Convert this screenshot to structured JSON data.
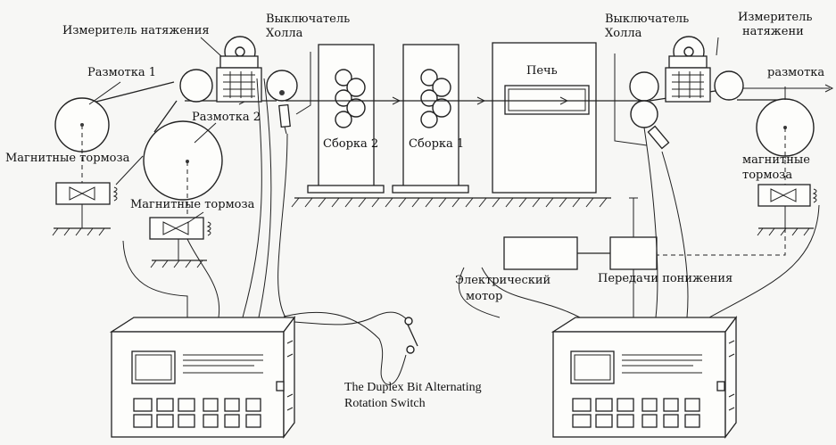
{
  "labels": {
    "tension_meter_left": "Измеритель натяжения",
    "hall_switch_left_1": "Выключатель",
    "hall_switch_left_2": "Холла",
    "unwind_1": "Размотка 1",
    "unwind_2": "Размотка 2",
    "mag_brake_1": "Магнитные тормоза",
    "mag_brake_2": "Магнитные тормоза",
    "assembly_2": "Сборка 2",
    "assembly_1": "Сборка 1",
    "oven": "Печь",
    "hall_switch_right_1": "Выключатель",
    "hall_switch_right_2": "Холла",
    "tension_meter_right_1": "Измеритель",
    "tension_meter_right_2": "натяжени",
    "unwind_right": "размотка",
    "mag_brake_right_1": "магнитные",
    "mag_brake_right_2": "тормоза",
    "electric_motor_1": "Электрический",
    "electric_motor_2": "мотор",
    "reduction_gear": "Передачи понижения",
    "switch_caption_1": "The Duplex Bit Alternating",
    "switch_caption_2": "Rotation Switch"
  },
  "colors": {
    "line": "#222222",
    "paper": "#f7f7f5"
  }
}
